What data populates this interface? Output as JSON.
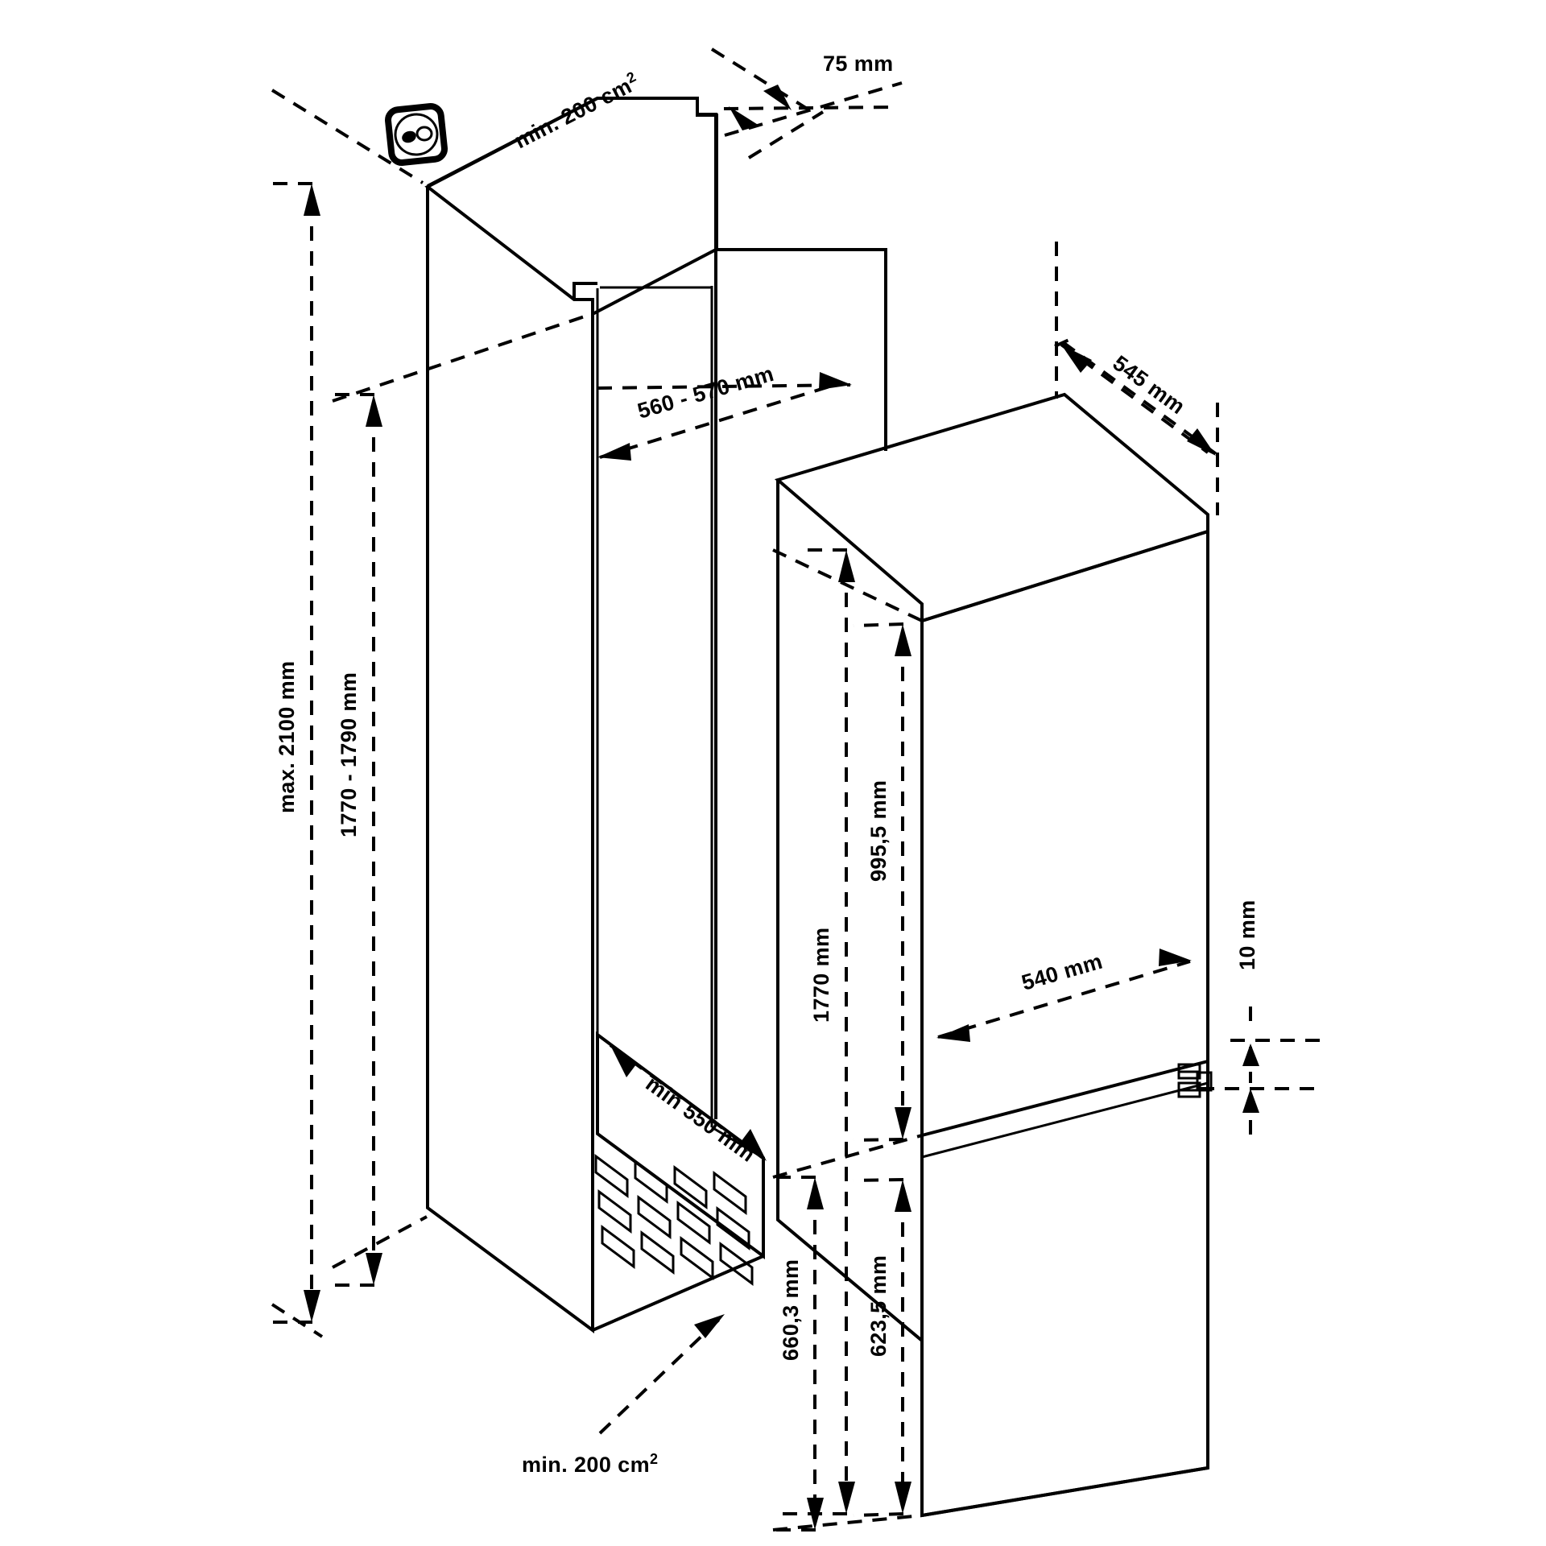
{
  "drawing": {
    "title": "Built-in fridge-freezer niche installation diagram",
    "type": "isometric-technical-dimension-drawing",
    "line_color": "#000000",
    "background_color": "#ffffff",
    "views": [
      {
        "name": "cabinet-niche",
        "position": "left",
        "description": "Kitchen furniture niche / housing unit shown in isometric with open front"
      },
      {
        "name": "appliance",
        "position": "right",
        "description": "Built-in fridge-freezer appliance body shown in isometric"
      }
    ]
  },
  "labels": {
    "ventilation_top": "min. 200 cm",
    "ventilation_top_sup": "2",
    "gap_top": "75 mm",
    "niche_width": "560 - 570 mm",
    "niche_height_max": "max. 2100 mm",
    "niche_height_range": "1770 - 1790 mm",
    "niche_depth_min": "min 550 mm",
    "ventilation_bottom": "min. 200 cm",
    "ventilation_bottom_sup": "2",
    "appliance_depth": "545 mm",
    "appliance_height": "1770 mm",
    "fridge_compartment_height": "995,5 mm",
    "appliance_width": "540 mm",
    "hinge_offset": "10 mm",
    "freezer_compartment_height": "623,5 mm",
    "plinth_height": "660,3 mm"
  },
  "icons": {
    "power_socket": "power-socket-icon",
    "hinge": "door-hinge-icon"
  },
  "dimension_values": {
    "ventilation_area_top_cm2": 200,
    "ventilation_area_bottom_cm2": 200,
    "top_gap_mm": 75,
    "niche_width_min_mm": 560,
    "niche_width_max_mm": 570,
    "niche_height_max_mm": 2100,
    "niche_height_min_mm": 1770,
    "niche_height_range_max_mm": 1790,
    "niche_depth_min_mm": 550,
    "appliance_depth_mm": 545,
    "appliance_height_mm": 1770,
    "fridge_height_mm": 995.5,
    "appliance_width_mm": 540,
    "hinge_offset_mm": 10,
    "freezer_height_mm": 623.5,
    "plinth_height_mm": 660.3
  }
}
